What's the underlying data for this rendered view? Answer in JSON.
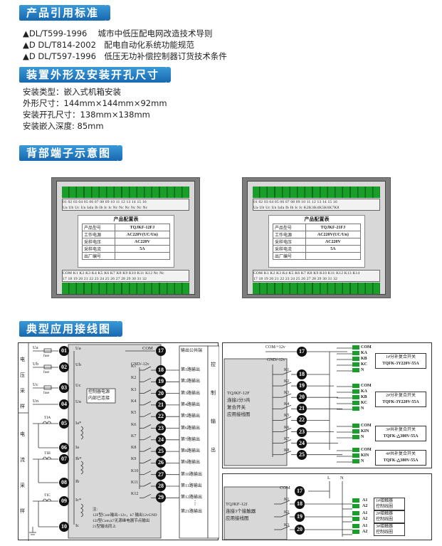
{
  "sections": {
    "standards_title": "产品引用标准",
    "install_title": "装置外形及安装开孔尺寸",
    "terminal_title": "背部端子示意图",
    "wiring_title": "典型应用接线图"
  },
  "standards": [
    "▲DL/T599-1996　 城市中低压配电网改造技术导则",
    "▲D DL/T814-2002　配电自动化系统功能规范",
    "▲D DL/T597-1996　低压无功补偿控制器订货技术条件"
  ],
  "install": [
    "安装类型：嵌入式机箱安装",
    "外形尺寸：144mm×144mm×92mm",
    "安装开孔尺寸：138mm×138mm",
    "安装嵌入深度: 85mm"
  ],
  "terminal_boxes": [
    {
      "top_nums": "01 02 03 04 05 06 07 08 09 10 11 12 13 14 15 16",
      "top_labels": "Ua Ub Uc Un IaIa Ib Ib Ic Ic Nc Nc Nc Nc Nc Nc",
      "card_title": "产品配置表",
      "rows": [
        {
          "k": "产品型号",
          "v": "TQJKF-12FJ"
        },
        {
          "k": "工作电源",
          "v": "AC220V(UC/Un)"
        },
        {
          "k": "采样电压",
          "v": "AC220V"
        },
        {
          "k": "采样电流",
          "v": "5A"
        },
        {
          "k": "出厂编号",
          "v": ""
        }
      ],
      "bot_labels": "COM K1 K2 K3 K4 K5 K6 K7 K8 K9 K10 K11 K12 Nc Nc",
      "bot_nums": "17 18 19 20 21 22 23 24 25 26 27 28 29 30 31 32"
    },
    {
      "top_nums": "01 02 03 04 05 06 07 08 09 10 11 12 13 14 15 16",
      "top_labels": "Ua Ub Uc Un IaIa Ib Ib Ic Ic K2K3K4K5K6K7K8",
      "card_title": "产品配置表",
      "rows": [
        {
          "k": "产品型号",
          "v": "TQJKF-21FJ"
        },
        {
          "k": "工作电源",
          "v": "AC220V(UC/Un)"
        },
        {
          "k": "采样电压",
          "v": "AC220V"
        },
        {
          "k": "采样电流",
          "v": "5A"
        },
        {
          "k": "出厂编号",
          "v": ""
        }
      ],
      "bot_labels": "COM K1 K2 K3 K4 K5 K6 K7 K8 K9 K10 K11 K12 K13 K14",
      "bot_nums": "17 18 19 20 21 22 23 24 25 26 27 28 29 30 31 32"
    }
  ],
  "wiring_left": {
    "voltage_label": [
      "电",
      "压",
      "采",
      "样"
    ],
    "current_label": [
      "电",
      "流",
      "采",
      "样"
    ],
    "control_label": [
      "控",
      "制",
      "输",
      "出"
    ],
    "inputs": [
      {
        "n": "01",
        "src": "Ua",
        "term": "Ua"
      },
      {
        "n": "02",
        "src": "Ub",
        "term": "Ub"
      },
      {
        "n": "03",
        "src": "Uc",
        "term": "Uc"
      },
      {
        "n": "04",
        "src": "Un",
        "term": "Un"
      },
      {
        "n": "05",
        "src": "TIA",
        "term": "Ia*"
      },
      {
        "n": "06",
        "src": "",
        "term": "Ia"
      },
      {
        "n": "07",
        "src": "TIB",
        "term": "Ib*"
      },
      {
        "n": "08",
        "src": "",
        "term": "Ib"
      },
      {
        "n": "09",
        "src": "TIC",
        "term": "Ic*"
      },
      {
        "n": "10",
        "src": "",
        "term": "Ic"
      }
    ],
    "fuse": "fuse",
    "power_note": [
      "控制器电源",
      "内部已连接"
    ],
    "com_label": "COM",
    "com_num": "17",
    "com_out": "输出公共端",
    "gnd": "GND/-12v",
    "outputs": [
      {
        "k": "K1",
        "n": "18",
        "out": "第1路输出"
      },
      {
        "k": "K2",
        "n": "19",
        "out": "第2路输出"
      },
      {
        "k": "K3",
        "n": "20",
        "out": "第3路输出"
      },
      {
        "k": "K4",
        "n": "21",
        "out": "第4路输出"
      },
      {
        "k": "K5",
        "n": "22",
        "out": "第5路输出"
      },
      {
        "k": "K6",
        "n": "23",
        "out": "第6路输出"
      },
      {
        "k": "K7",
        "n": "24",
        "out": "第7路输出"
      },
      {
        "k": "K8",
        "n": "25",
        "out": "第8路输出"
      },
      {
        "k": "K9",
        "n": "26",
        "out": "第9路输出"
      },
      {
        "k": "K10",
        "n": "27",
        "out": "第10路输出"
      },
      {
        "k": "K11",
        "n": "28",
        "out": "第11路输出"
      },
      {
        "k": "K12",
        "n": "29",
        "out": "第12路输出"
      }
    ],
    "dots": "⋮",
    "out21": "第21路输出",
    "note": [
      "注:",
      "12F型Com输出+12v，k7 输出12vGND",
      "12J型Com,k7无源继电器节点输出",
      "21型输出同上"
    ]
  },
  "wiring_right_top": {
    "com": "COM/+12v",
    "com_num": "17",
    "gnd": "GND/-12v",
    "title": [
      "TQJKF-12F",
      "连接2分3共",
      "复合开关",
      "应用接线图"
    ],
    "ks": [
      {
        "k": "K1",
        "n": "18"
      },
      {
        "k": "K2",
        "n": "19"
      },
      {
        "k": "K3",
        "n": "20"
      },
      {
        "k": "K4",
        "n": "21"
      },
      {
        "k": "K5",
        "n": "22"
      },
      {
        "k": "K6",
        "n": "23"
      },
      {
        "k": "K7",
        "n": "24"
      },
      {
        "k": "K8",
        "n": "25"
      }
    ],
    "switches": [
      {
        "pins": [
          "COM",
          "KA",
          "KB",
          "KC",
          "N"
        ],
        "name": [
          "1#分补复合开关",
          "TQFK-3Y220V-55A"
        ]
      },
      {
        "pins": [
          "COM",
          "KA",
          "KB",
          "KC",
          "N"
        ],
        "name": [
          "2#分补复合开关",
          "TQFK-3Y220V-55A"
        ]
      },
      {
        "pins": [
          "COM",
          "KIN",
          "N"
        ],
        "name": [
          "3#共补复合开关",
          "TQFK-△380V-55A"
        ]
      },
      {
        "pins": [
          "COM",
          "KIN",
          "N"
        ],
        "name": [
          "4#共补复合开关",
          "TQFK-△380V-55A"
        ]
      }
    ]
  },
  "wiring_right_bottom": {
    "L": "L",
    "N": "N",
    "com": "COM",
    "com_num": "17",
    "title": [
      "TQJKF-12J",
      "连接3个接触器",
      "应用接线图"
    ],
    "ks": [
      {
        "k": "K1",
        "n": "18"
      },
      {
        "k": "K2",
        "n": "19"
      },
      {
        "k": "K3",
        "n": "20"
      }
    ],
    "contactors": [
      {
        "pins": [
          "A1",
          "A2"
        ],
        "name": [
          "1#接触器",
          "控制线圈"
        ]
      },
      {
        "pins": [
          "A1",
          "A2"
        ],
        "name": [
          "2#接触器",
          "控制线圈"
        ]
      },
      {
        "pins": [
          "A1",
          "A2"
        ],
        "name": [
          "3#接触器",
          "控制线圈"
        ]
      }
    ]
  },
  "colors": {
    "accent": "#1e74bc",
    "terminal_green": "#1a9e2a",
    "circle": "#111111"
  }
}
